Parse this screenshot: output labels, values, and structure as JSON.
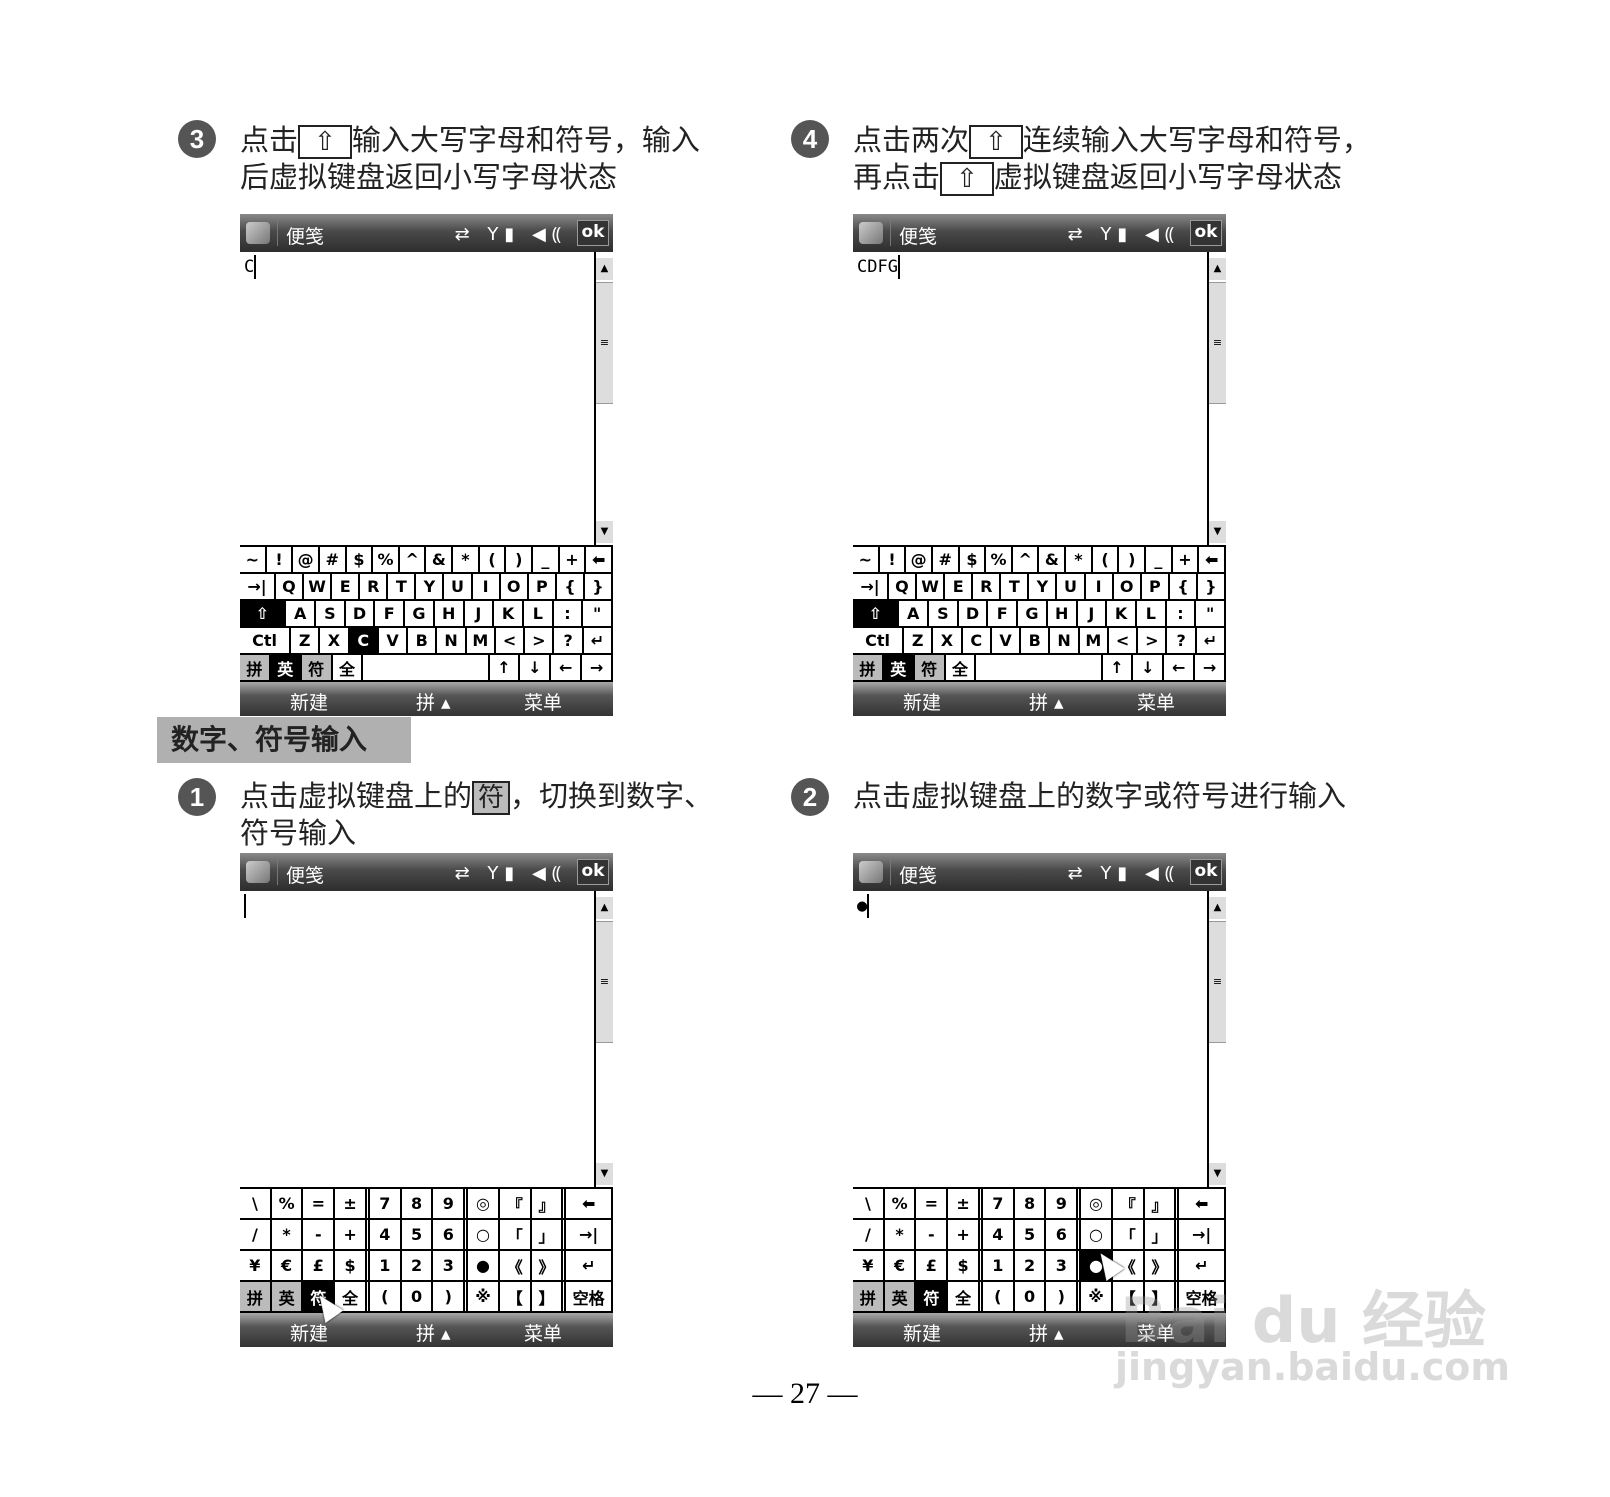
{
  "steps": {
    "s3": {
      "num": "3",
      "line1a": "点击",
      "line1b": "输入大写字母和符号，输入",
      "line2": "后虚拟键盘返回小写字母状态",
      "key": "⇧"
    },
    "s4": {
      "num": "4",
      "line1a": "点击两次",
      "line1b": "连续输入大写字母和符号，",
      "line2a": "再点击",
      "line2b": "虚拟键盘返回小写字母状态",
      "key": "⇧"
    },
    "s1": {
      "num": "1",
      "line1a": "点击虚拟键盘上的",
      "line1b": "，切换到数字、",
      "line2": "符号输入",
      "key": "符"
    },
    "s2": {
      "num": "2",
      "line1": "点击虚拟键盘上的数字或符号进行输入"
    }
  },
  "section_title": "数字、符号输入",
  "phone_common": {
    "app_title": "便笺",
    "status_icons": "⇄ Y▮ ◀⸨",
    "ok": "ok",
    "soft_left": "新建",
    "soft_mid": "拼 ▴",
    "soft_right": "菜单",
    "scroll_up": "▲",
    "scroll_down": "▼",
    "scroll_thumb": "≡"
  },
  "phones": [
    {
      "text": "C",
      "keyboard": "qwerty",
      "active": [
        "shift",
        "C",
        "英"
      ],
      "gray": [
        "拼",
        "符"
      ]
    },
    {
      "text": "CDFG",
      "keyboard": "qwerty",
      "active": [
        "shift",
        "英"
      ],
      "gray": [
        "拼",
        "符"
      ]
    },
    {
      "text": "",
      "keyboard": "symbol",
      "active": [
        "符"
      ],
      "gray": [
        "拼",
        "英"
      ]
    },
    {
      "text": "●",
      "keyboard": "symbol",
      "active": [
        "符",
        "●"
      ],
      "gray": [
        "拼",
        "英"
      ]
    }
  ],
  "keyboards": {
    "qwerty": [
      [
        "~",
        "!",
        "@",
        "#",
        "$",
        "%",
        "^",
        "&",
        "*",
        "(",
        ")",
        "_",
        "+",
        "⬅"
      ],
      [
        "→|",
        "Q",
        "W",
        "E",
        "R",
        "T",
        "Y",
        "U",
        "I",
        "O",
        "P",
        "{",
        "}"
      ],
      [
        "shift",
        "A",
        "S",
        "D",
        "F",
        "G",
        "H",
        "J",
        "K",
        "L",
        ":",
        "\""
      ],
      [
        "Ctl",
        "Z",
        "X",
        "C",
        "V",
        "B",
        "N",
        "M",
        "<",
        ">",
        "?",
        "↵"
      ],
      [
        "拼",
        "英",
        "符",
        "全",
        "",
        "↑",
        "↓",
        "←",
        "→"
      ]
    ],
    "symbol": [
      [
        "\\",
        "%",
        "=",
        "±",
        "7",
        "8",
        "9",
        "◎",
        "『",
        "』",
        "⬅"
      ],
      [
        "/",
        "*",
        "-",
        "+",
        "4",
        "5",
        "6",
        "○",
        "「",
        "」",
        "→|"
      ],
      [
        "¥",
        "€",
        "£",
        "$",
        "1",
        "2",
        "3",
        "●",
        "《",
        "》",
        "↵"
      ],
      [
        "拼",
        "英",
        "符",
        "全",
        "(",
        "0",
        ")",
        "※",
        "【",
        "】",
        "空格"
      ]
    ]
  },
  "page_number": "— 27 —",
  "watermark": {
    "brand": "Bai du 经验",
    "url": "jingyan.baidu.com"
  }
}
